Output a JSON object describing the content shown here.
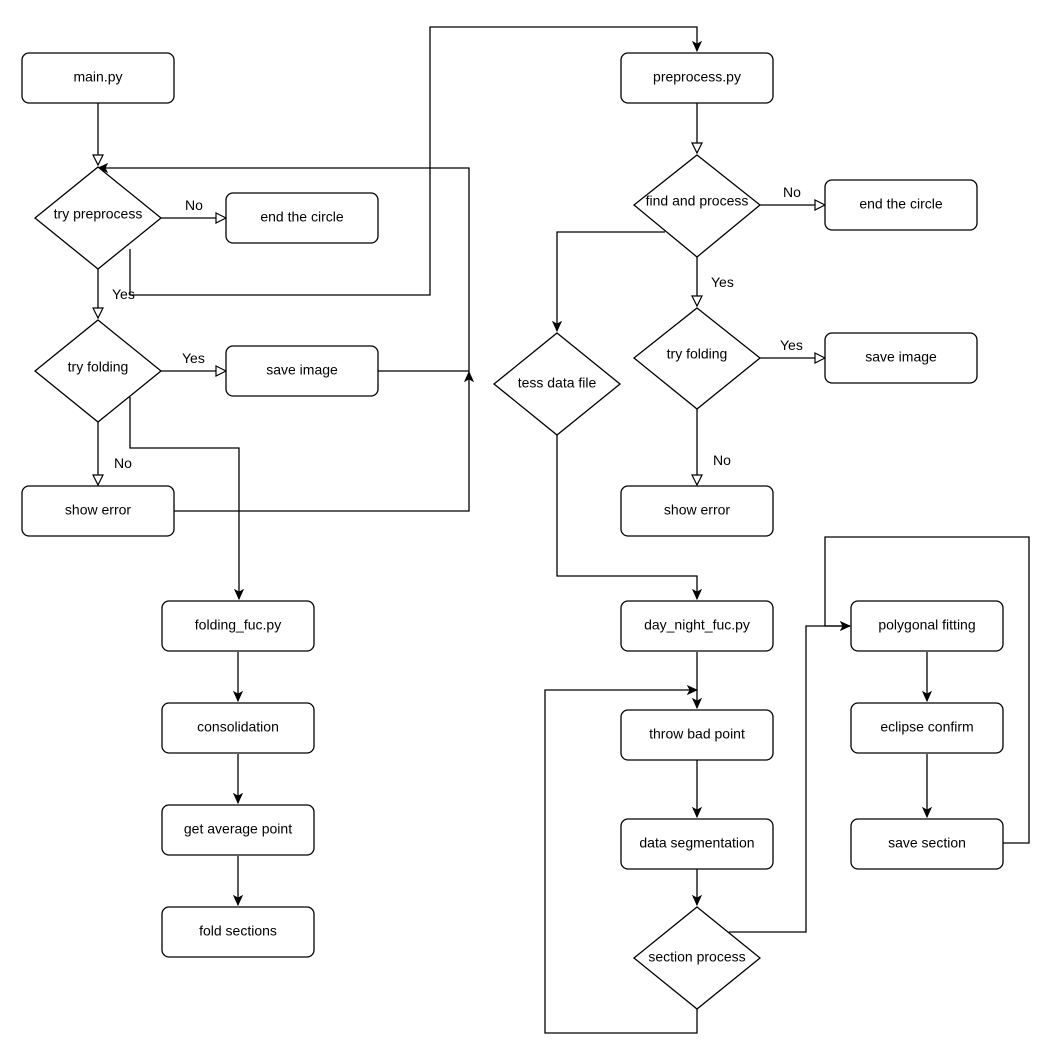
{
  "nodes": {
    "main_py": "main.py",
    "try_preprocess": "try preprocess",
    "end_circle_left": "end the circle",
    "try_folding_left": "try folding",
    "save_image_left": "save image",
    "show_error_left": "show error",
    "folding_fuc_py": "folding_fuc.py",
    "consolidation": "consolidation",
    "get_average_point": "get average point",
    "fold_sections": "fold sections",
    "preprocess_py": "preprocess.py",
    "find_and_process": "find and process",
    "end_circle_right": "end the circle",
    "tess_data_file": "tess data file",
    "try_folding_right": "try folding",
    "save_image_right": "save image",
    "show_error_right": "show error",
    "day_night_fuc_py": "day_night_fuc.py",
    "throw_bad_point": "throw bad point",
    "data_segmentation": "data segmentation",
    "section_process": "section process",
    "polygonal_fitting": "polygonal fitting",
    "eclipse_confirm": "eclipse confirm",
    "save_section": "save section"
  },
  "edge_labels": {
    "try_preprocess_no": "No",
    "try_preprocess_yes": "Yes",
    "try_folding_left_yes": "Yes",
    "try_folding_left_no": "No",
    "find_and_process_no": "No",
    "find_and_process_yes": "Yes",
    "try_folding_right_yes": "Yes",
    "try_folding_right_no": "No"
  }
}
